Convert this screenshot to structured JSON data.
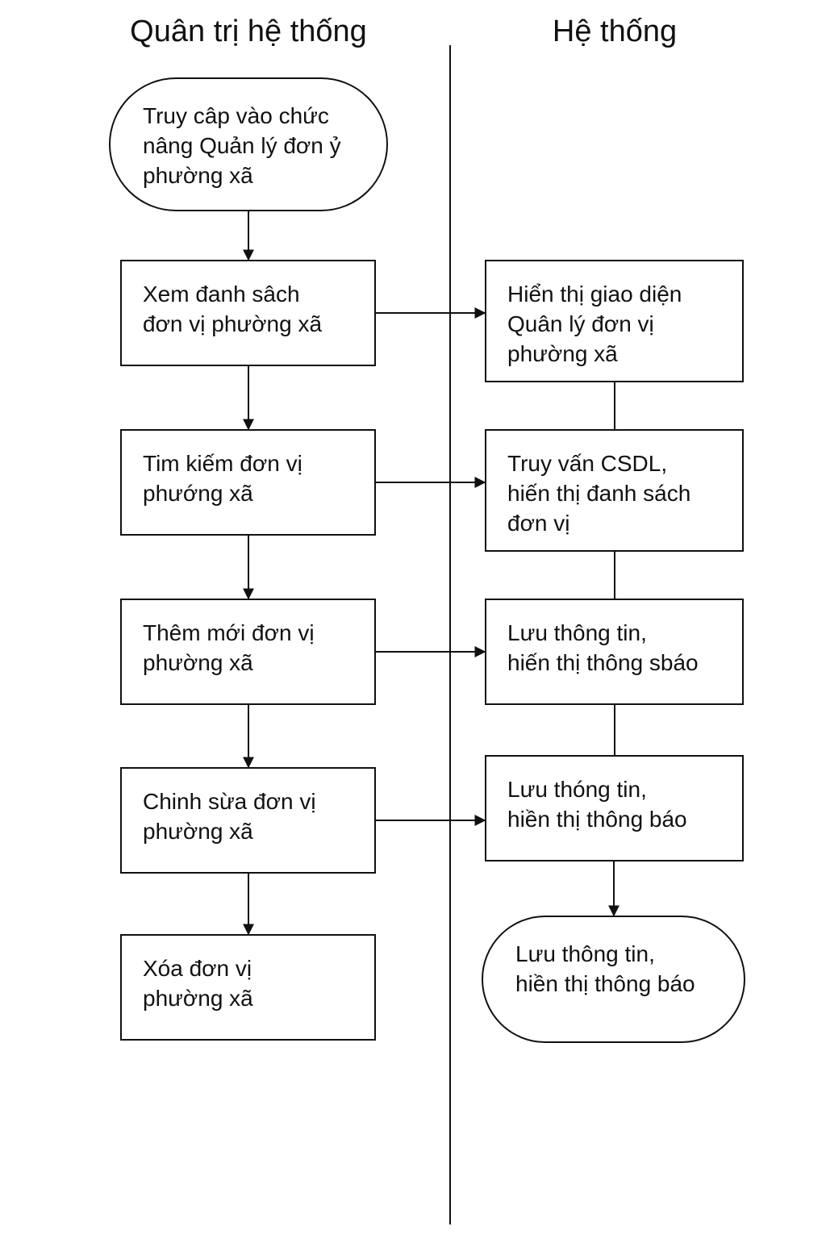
{
  "lanes": {
    "left_title": "Quân trị hệ thống",
    "right_title": "Hệ thống"
  },
  "left_nodes": [
    {
      "id": "start",
      "shape": "terminator",
      "text": "Truy câp vào chức\nnâng Quản lý đơn ỷ\nphường xã"
    },
    {
      "id": "view",
      "shape": "process",
      "text": "Xem đanh sâch\nđơn vị phường xã"
    },
    {
      "id": "search",
      "shape": "process",
      "text": "Tim kiếm đơn vị\nphướng xã"
    },
    {
      "id": "add",
      "shape": "process",
      "text": "Thêm mới đơn vị\nphường xã"
    },
    {
      "id": "edit",
      "shape": "process",
      "text": "Chinh sừa đơn vị\nphường xã"
    },
    {
      "id": "delete",
      "shape": "process",
      "text": "Xóa đơn vị\nphường xã"
    }
  ],
  "right_nodes": [
    {
      "id": "display",
      "shape": "process",
      "text": "Hiển thị giao diện\nQuân lý đơn vị\nphường xã"
    },
    {
      "id": "query",
      "shape": "process",
      "text": "Truy vấn CSDL,\nhiến thị đanh sách\nđơn vị"
    },
    {
      "id": "save1",
      "shape": "process",
      "text": "Lưu thông tin,\nhiến thị thông sbáo"
    },
    {
      "id": "save2",
      "shape": "process",
      "text": "Lưu thóng tin,\nhiền thị thông  báo"
    },
    {
      "id": "end",
      "shape": "terminator",
      "text": "Lưu thông tin,\nhiền thị thông  báo"
    }
  ],
  "edges": [
    {
      "from": "start",
      "to": "view",
      "arrow": true
    },
    {
      "from": "view",
      "to": "search",
      "arrow": true
    },
    {
      "from": "search",
      "to": "add",
      "arrow": true
    },
    {
      "from": "add",
      "to": "edit",
      "arrow": true
    },
    {
      "from": "edit",
      "to": "delete",
      "arrow": true
    },
    {
      "from": "view",
      "to": "display",
      "arrow": true
    },
    {
      "from": "search",
      "to": "query",
      "arrow": true
    },
    {
      "from": "add",
      "to": "save1",
      "arrow": true
    },
    {
      "from": "edit",
      "to": "save2",
      "arrow": true
    },
    {
      "from": "display",
      "to": "query",
      "arrow": false
    },
    {
      "from": "query",
      "to": "save1",
      "arrow": false
    },
    {
      "from": "save1",
      "to": "save2",
      "arrow": false
    },
    {
      "from": "save2",
      "to": "end",
      "arrow": true
    }
  ]
}
